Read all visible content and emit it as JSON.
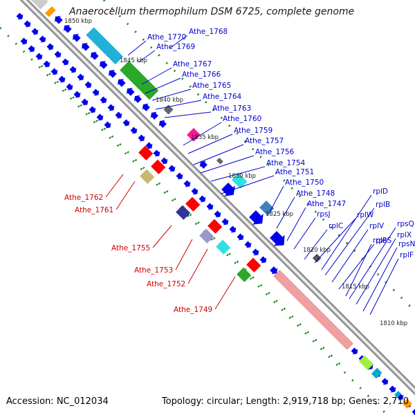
{
  "title": "Anaerocellum thermophilum DSM 6725, complete genome",
  "accession": "Accession: NC_012034",
  "topology": "Topology: circular; Length: 2,919,718 bp; Genes: 2,710",
  "colors": {
    "forward_gene": "#0000ee",
    "rna_gene": "#00a8d0",
    "label_blue": "#0000cc",
    "label_red": "#cc0000",
    "backbone": "#888888",
    "ruler_dots": "#118811",
    "operon_pink": "#f0a0a0",
    "gene_green": "#2aa82a",
    "gene_cyan": "#30e0e0",
    "gene_red": "#ff0000",
    "gene_magenta": "#ff1493",
    "gene_navy": "#333399",
    "gene_khaki": "#c8b870",
    "gene_orange": "#ff9900",
    "gene_lime": "#a0ee40"
  },
  "ruler": [
    "1850 kbp",
    "1845 kbp",
    "1840 kbp",
    "1835 kbp",
    "1830 kbp",
    "1825 kbp",
    "1820 kbp",
    "1815 kbp",
    "1810 kbp"
  ],
  "top_labels": [
    "Athe_1770",
    "Athe_1768",
    "Athe_1769",
    "Athe_1767",
    "Athe_1766",
    "Athe_1765",
    "Athe_1764",
    "Athe_1763",
    "Athe_1760",
    "Athe_1759",
    "Athe_1757",
    "Athe_1756",
    "Athe_1754",
    "Athe_1751",
    "Athe_1750",
    "Athe_1748",
    "Athe_1747",
    "rpsJ",
    "rplC",
    "rplW",
    "rplD",
    "rplB",
    "rplV",
    "rpsS",
    "rplP",
    "rpsQ",
    "rplX",
    "rpsN",
    "rplF"
  ],
  "bottom_labels": [
    "Athe_1762",
    "Athe_1761",
    "Athe_1755",
    "Athe_1753",
    "Athe_1752",
    "Athe_1749"
  ]
}
